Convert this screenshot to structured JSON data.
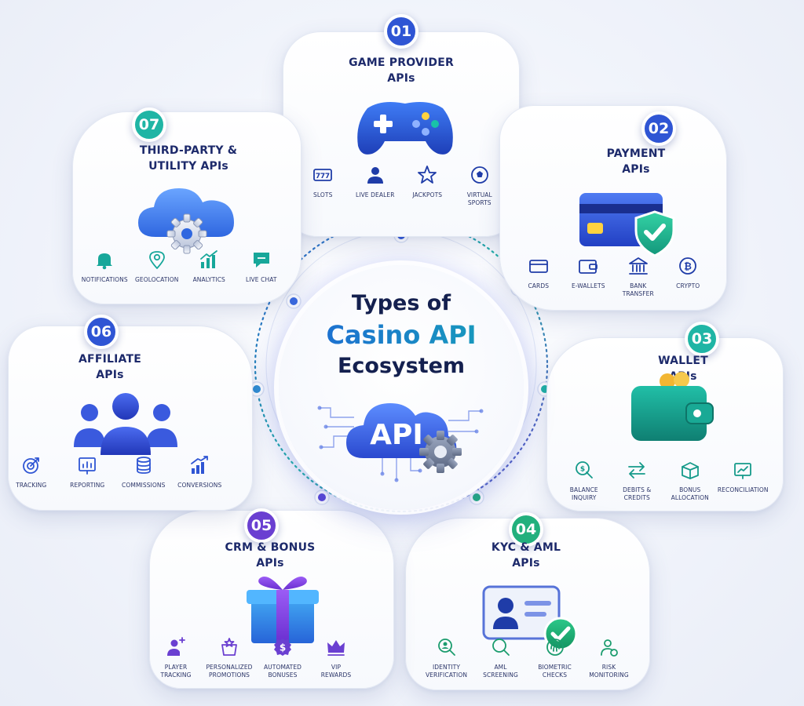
{
  "center": {
    "line1": "Types of",
    "line2": "Casino API",
    "line3": "Ecosystem",
    "hero_label": "API"
  },
  "colors": {
    "blue": "#2f55d4",
    "teal": "#1fb5a5",
    "green": "#22b07d",
    "purple": "#6a3fd1",
    "navy": "#1d2a6b"
  },
  "cards": [
    {
      "number": "01",
      "title_lines": [
        "GAME PROVIDER",
        "APIs"
      ],
      "badge_color": "#2f55d4",
      "hero_icon": "gamepad-icon",
      "features": [
        {
          "icon": "slots-icon",
          "label_lines": [
            "SLOTS"
          ]
        },
        {
          "icon": "live-dealer-icon",
          "label_lines": [
            "LIVE DEALER"
          ]
        },
        {
          "icon": "jackpot-star-icon",
          "label_lines": [
            "JACKPOTS"
          ]
        },
        {
          "icon": "soccer-ball-icon",
          "label_lines": [
            "VIRTUAL",
            "SPORTS"
          ]
        }
      ]
    },
    {
      "number": "02",
      "title_lines": [
        "PAYMENT",
        "APIs"
      ],
      "badge_color": "#2f55d4",
      "hero_icon": "credit-card-shield-icon",
      "features": [
        {
          "icon": "card-icon",
          "label_lines": [
            "CARDS"
          ]
        },
        {
          "icon": "wallet-icon",
          "label_lines": [
            "E-WALLETS"
          ]
        },
        {
          "icon": "bank-icon",
          "label_lines": [
            "BANK",
            "TRANSFER"
          ]
        },
        {
          "icon": "crypto-icon",
          "label_lines": [
            "CRYPTO"
          ]
        }
      ]
    },
    {
      "number": "03",
      "title_lines": [
        "WALLET",
        "APIs"
      ],
      "badge_color": "#1fb5a5",
      "hero_icon": "wallet-coins-icon",
      "features": [
        {
          "icon": "balance-icon",
          "label_lines": [
            "BALANCE",
            "INQUIRY"
          ]
        },
        {
          "icon": "arrows-icon",
          "label_lines": [
            "DEBITS &",
            "CREDITS"
          ]
        },
        {
          "icon": "box-icon",
          "label_lines": [
            "BONUS",
            "ALLOCATION"
          ]
        },
        {
          "icon": "chart-board-icon",
          "label_lines": [
            "RECONCILIATION"
          ]
        }
      ]
    },
    {
      "number": "04",
      "title_lines": [
        "KYC & AML",
        "APIs"
      ],
      "badge_color": "#22b07d",
      "hero_icon": "id-card-check-icon",
      "features": [
        {
          "icon": "identity-search-icon",
          "label_lines": [
            "IDENTITY",
            "VERIFICATION"
          ]
        },
        {
          "icon": "magnifier-icon",
          "label_lines": [
            "AML",
            "SCREENING"
          ]
        },
        {
          "icon": "biometric-icon",
          "label_lines": [
            "BIOMETRIC",
            "CHECKS"
          ]
        },
        {
          "icon": "risk-user-icon",
          "label_lines": [
            "RISK",
            "MONITORING"
          ]
        }
      ]
    },
    {
      "number": "05",
      "title_lines": [
        "CRM & BONUS",
        "APIs"
      ],
      "badge_color": "#6a3fd1",
      "hero_icon": "gift-box-icon",
      "features": [
        {
          "icon": "player-tracking-icon",
          "label_lines": [
            "PLAYER",
            "TRACKING"
          ]
        },
        {
          "icon": "promotions-icon",
          "label_lines": [
            "PERSONALIZED",
            "PROMOTIONS"
          ]
        },
        {
          "icon": "bonus-coin-icon",
          "label_lines": [
            "AUTOMATED",
            "BONUSES"
          ]
        },
        {
          "icon": "crown-icon",
          "label_lines": [
            "VIP",
            "REWARDS"
          ]
        }
      ]
    },
    {
      "number": "06",
      "title_lines": [
        "AFFILIATE",
        "APIs"
      ],
      "badge_color": "#2f55d4",
      "hero_icon": "users-group-icon",
      "features": [
        {
          "icon": "target-icon",
          "label_lines": [
            "TRACKING"
          ]
        },
        {
          "icon": "report-icon",
          "label_lines": [
            "REPORTING"
          ]
        },
        {
          "icon": "coins-stack-icon",
          "label_lines": [
            "COMMISSIONS"
          ]
        },
        {
          "icon": "growth-chart-icon",
          "label_lines": [
            "CONVERSIONS"
          ]
        }
      ]
    },
    {
      "number": "07",
      "title_lines": [
        "THIRD-PARTY &",
        "UTILITY APIs"
      ],
      "badge_color": "#1fb5a5",
      "hero_icon": "cloud-gear-icon",
      "features": [
        {
          "icon": "bell-icon",
          "label_lines": [
            "NOTIFICATIONS"
          ]
        },
        {
          "icon": "location-pin-icon",
          "label_lines": [
            "GEOLOCATION"
          ]
        },
        {
          "icon": "analytics-icon",
          "label_lines": [
            "ANALYTICS"
          ]
        },
        {
          "icon": "chat-icon",
          "label_lines": [
            "LIVE CHAT"
          ]
        }
      ]
    }
  ]
}
